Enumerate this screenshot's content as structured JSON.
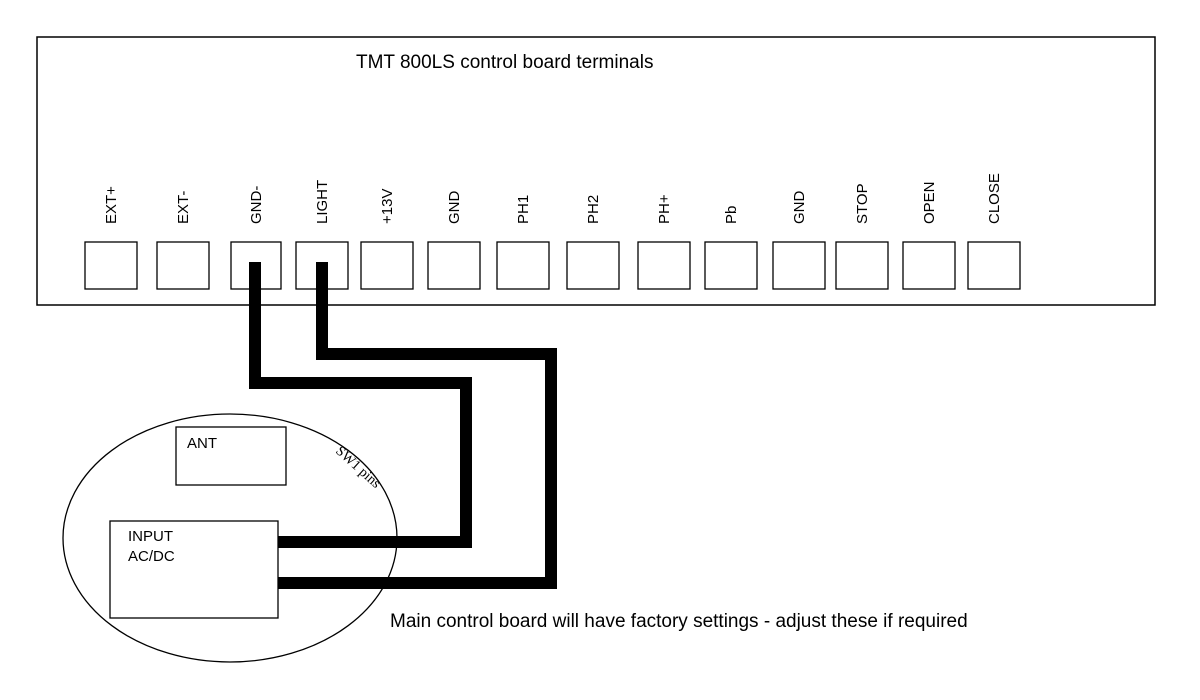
{
  "board": {
    "title": "TMT 800LS control board terminals",
    "terminals": [
      "EXT+",
      "EXT-",
      "GND-",
      "LIGHT",
      "+13V",
      "GND",
      "PH1",
      "PH2",
      "PH+",
      "Pb",
      "GND",
      "STOP",
      "OPEN",
      "CLOSE"
    ]
  },
  "receiver": {
    "ant_label": "ANT",
    "input_label_line1": "INPUT",
    "input_label_line2": "AC/DC",
    "sw1_label": "SW1 pins"
  },
  "note": "Main control board will have factory settings - adjust these if required",
  "colors": {
    "line": "#000000",
    "background": "#ffffff"
  }
}
